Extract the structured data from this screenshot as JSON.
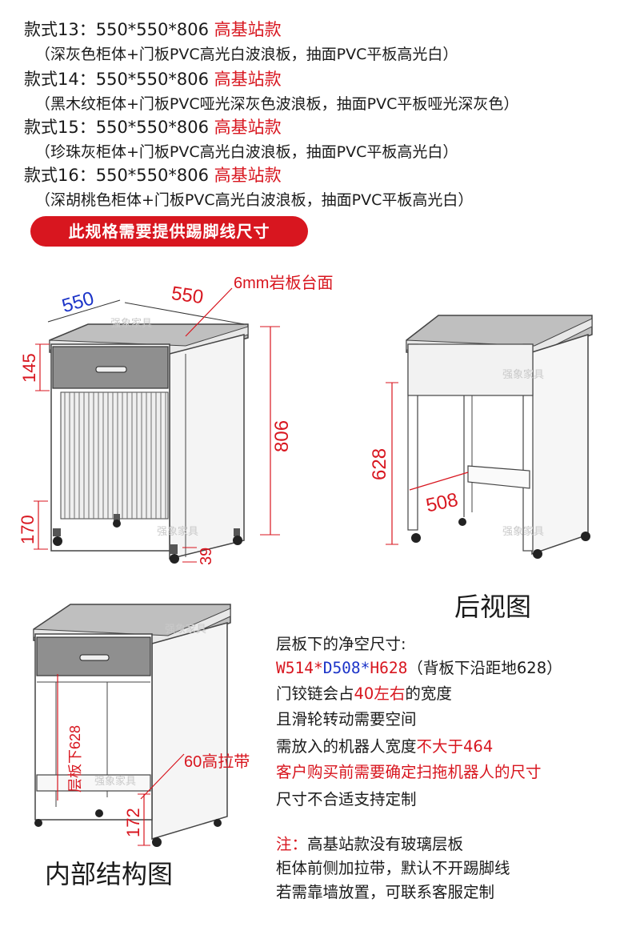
{
  "specs": [
    {
      "label": "款式13：550*550*806",
      "tag": "高基站款",
      "desc": "（深灰色柜体+门板PVC高光白波浪板，抽面PVC平板高光白）"
    },
    {
      "label": "款式14：550*550*806",
      "tag": "高基站款",
      "desc": "（黑木纹柜体+门板PVC哑光深灰色波浪板，抽面PVC平板哑光深灰色）"
    },
    {
      "label": "款式15：550*550*806",
      "tag": "高基站款",
      "desc": "（珍珠灰柜体+门板PVC高光白波浪板，抽面PVC平板高光白）"
    },
    {
      "label": "款式16：550*550*806",
      "tag": "高基站款",
      "desc": "（深胡桃色柜体+门板PVC高光白波浪板，抽面PVC平板高光白）"
    }
  ],
  "notice": "此规格需要提供踢脚线尺寸",
  "front_dims": {
    "width": "550",
    "depth": "550",
    "top": "6mm岩板台面",
    "drawer": "145",
    "height": "806",
    "base": "170",
    "wheel": "39"
  },
  "back_dims": {
    "height": "628",
    "depth": "508"
  },
  "inner_dims": {
    "shelf": "层板下628",
    "band": "60高拉带",
    "bottom": "172"
  },
  "watermark": "强象家具",
  "captions": {
    "back": "后视图",
    "inner": "内部结构图"
  },
  "info": {
    "title": "层板下的净空尺寸:",
    "w": "W514*",
    "d": "D508*",
    "h": "H628",
    "dim_note": "（背板下沿距地628）",
    "hinge_a": "门铰链会占",
    "hinge_b": "40左右",
    "hinge_c": "的宽度",
    "wheel": "且滑轮转动需要空间",
    "robot_a": "需放入的机器人宽度",
    "robot_b": "不大于464",
    "confirm": "客户购买前需要确定扫拖机器人的尺寸",
    "custom": "尺寸不合适支持定制",
    "note_label": "注：",
    "note1": "高基站款没有玻璃层板",
    "note2": "柜体前侧加拉带，默认不开踢脚线",
    "note3": "若需靠墙放置，可联系客服定制"
  },
  "colors": {
    "red": "#d8161f",
    "blue": "#1c34c8"
  }
}
